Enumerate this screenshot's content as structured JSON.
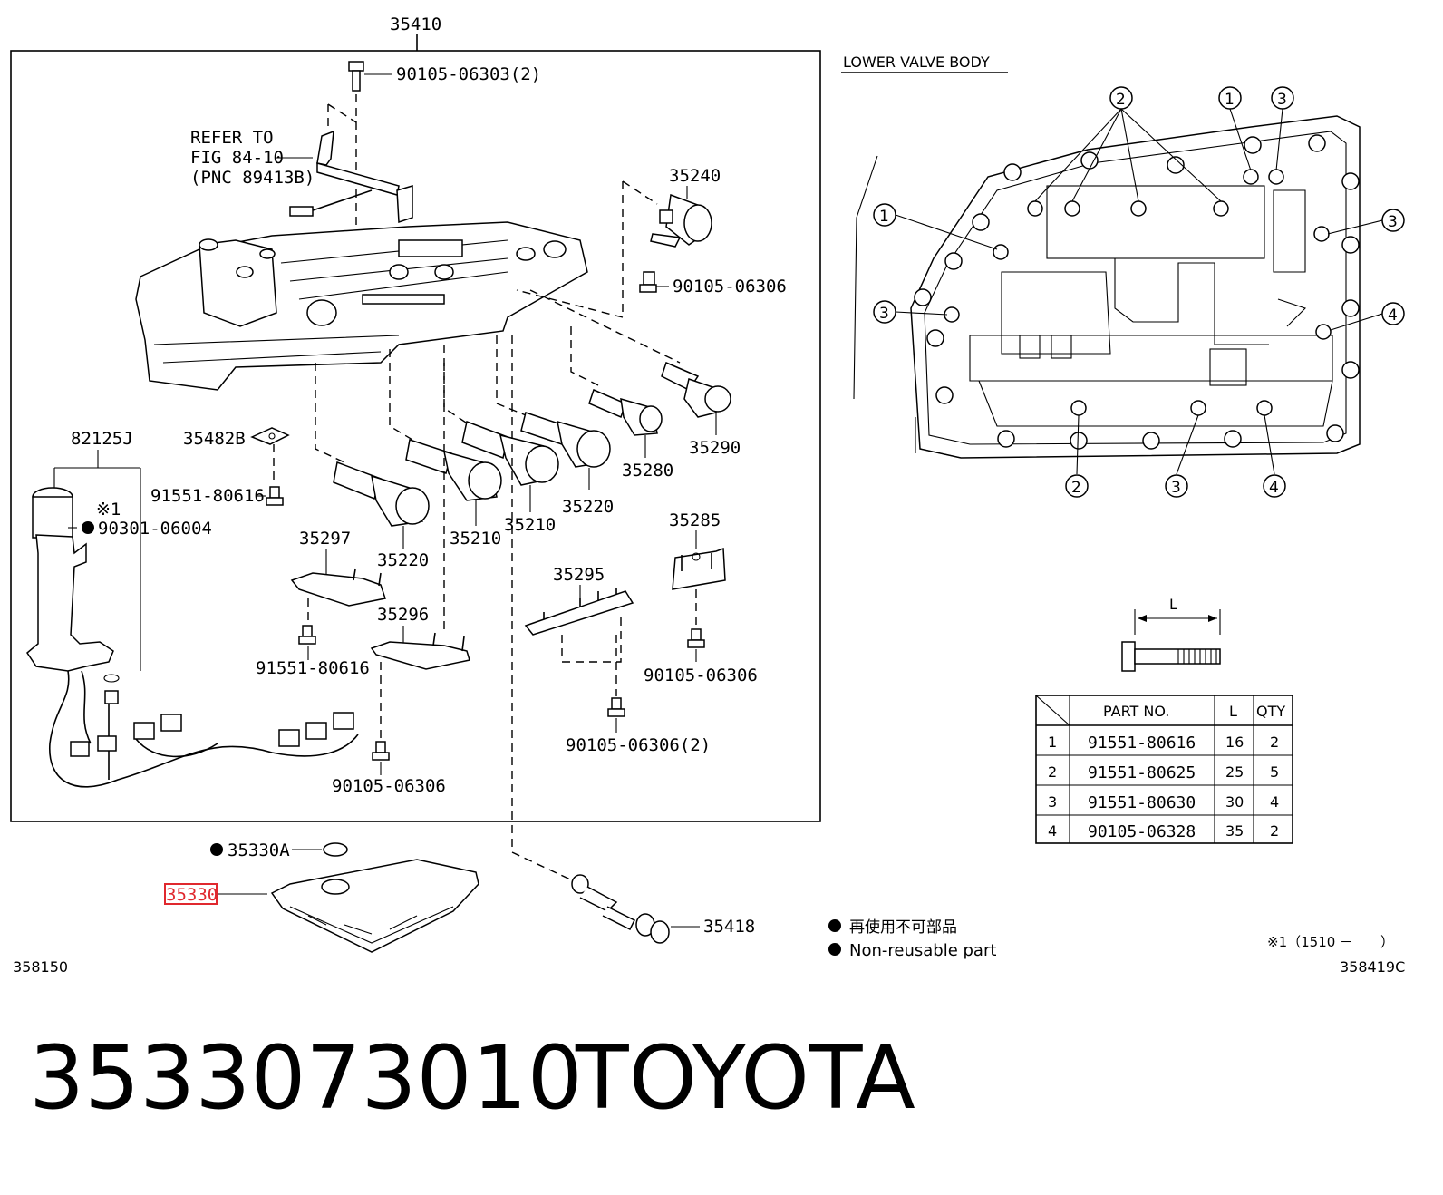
{
  "labels": {
    "p35410": "35410",
    "p90105_06303": "90105-06303(2)",
    "refer_1": "REFER TO",
    "refer_2": "FIG 84-10",
    "refer_3": "(PNC 89413B)",
    "p35240": "35240",
    "p90105_06306_a": "90105-06306",
    "p35290": "35290",
    "p35280": "35280",
    "p35220_a": "35220",
    "p35210_a": "35210",
    "p35210_b": "35210",
    "p35220_b": "35220",
    "p82125J": "82125J",
    "p35482B": "35482B",
    "p91551_80616_a": "91551-80616",
    "note_mark": "※1",
    "p90301_06004": "90301-06004",
    "p35297": "35297",
    "p35296": "35296",
    "p91551_80616_b": "91551-80616",
    "p35295": "35295",
    "p35285": "35285",
    "p90105_06306_b": "90105-06306",
    "p90105_06306_c": "90105-06306(2)",
    "p90105_06306_d": "90105-06306",
    "p35330A": "35330A",
    "p35330": "35330",
    "p35418": "35418",
    "fig_left": "358150",
    "fig_right": "358419C"
  },
  "lower_valve_body": {
    "title": "LOWER VALVE BODY",
    "callouts": [
      "1",
      "2",
      "3",
      "4"
    ]
  },
  "bolt_diagram": {
    "length_label": "L"
  },
  "table": {
    "headers": [
      "PART NO.",
      "L",
      "QTY"
    ],
    "rows": [
      {
        "n": "1",
        "part": "91551-80616",
        "l": "16",
        "qty": "2"
      },
      {
        "n": "2",
        "part": "91551-80625",
        "l": "25",
        "qty": "5"
      },
      {
        "n": "3",
        "part": "91551-80630",
        "l": "30",
        "qty": "4"
      },
      {
        "n": "4",
        "part": "90105-06328",
        "l": "35",
        "qty": "2"
      }
    ]
  },
  "legend": {
    "jp": "再使用不可部品",
    "en": "Non-reusable part",
    "note": "※1（1510 －　　）"
  },
  "footer": {
    "part_number": "3533073010",
    "brand": "TOYOTA"
  },
  "colors": {
    "highlight": "#e0282e"
  }
}
